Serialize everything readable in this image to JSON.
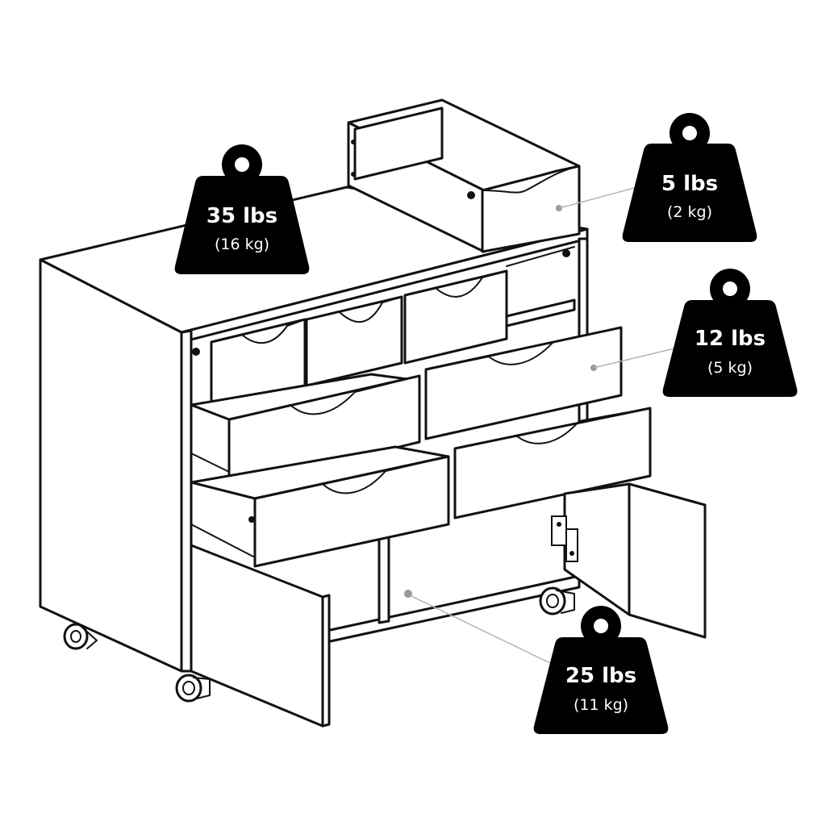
{
  "weights": [
    {
      "id": "top",
      "lbs": "35 lbs",
      "kg": "(16 kg)"
    },
    {
      "id": "tray",
      "lbs": "5 lbs",
      "kg": "(2 kg)"
    },
    {
      "id": "drawer",
      "lbs": "12 lbs",
      "kg": "(5 kg)"
    },
    {
      "id": "cabinet",
      "lbs": "25 lbs",
      "kg": "(11 kg)"
    }
  ],
  "colors": {
    "ink": "#111111",
    "weight": "#000000",
    "pointer": "#b3b3b3",
    "paper": "#ffffff"
  }
}
